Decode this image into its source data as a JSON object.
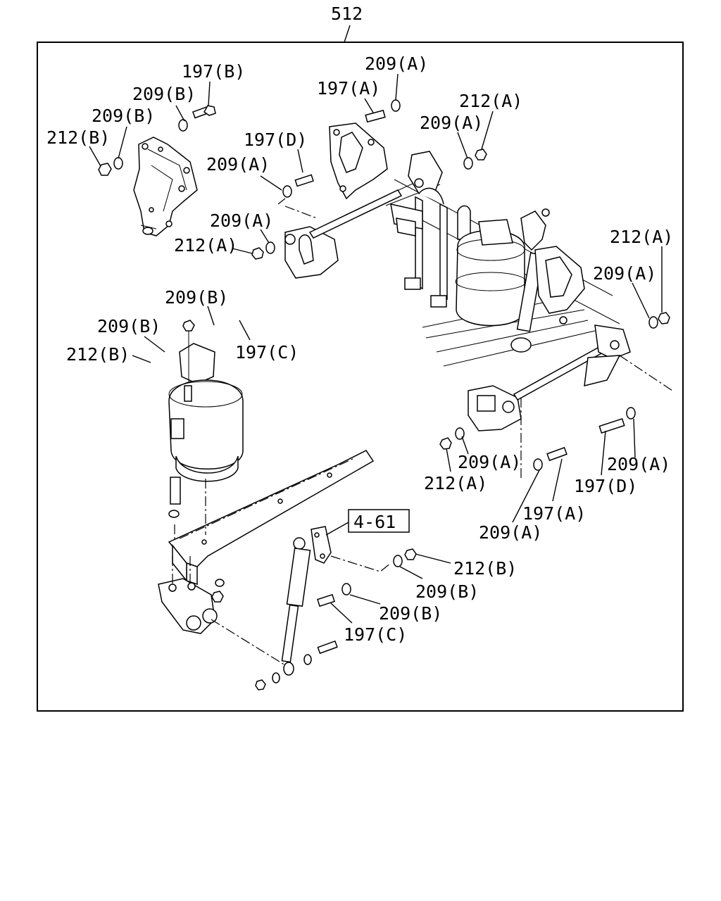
{
  "diagram": {
    "assembly_ref": "512",
    "section_ref": "4-61",
    "callouts": {
      "c01": "197(B)",
      "c02": "209(B)",
      "c03": "209(B)",
      "c04": "212(B)",
      "c05": "209(A)",
      "c06": "197(A)",
      "c07": "212(A)",
      "c08": "209(A)",
      "c09": "197(D)",
      "c10": "209(A)",
      "c11": "209(A)",
      "c12": "212(A)",
      "c13": "212(A)",
      "c14": "209(A)",
      "c15": "209(B)",
      "c16": "209(B)",
      "c17": "197(C)",
      "c18": "212(B)",
      "c19": "209(A)",
      "c20": "212(A)",
      "c21": "209(A)",
      "c22": "197(D)",
      "c23": "197(A)",
      "c24": "209(A)",
      "c25": "212(B)",
      "c26": "209(B)",
      "c27": "209(B)",
      "c28": "197(C)"
    }
  }
}
